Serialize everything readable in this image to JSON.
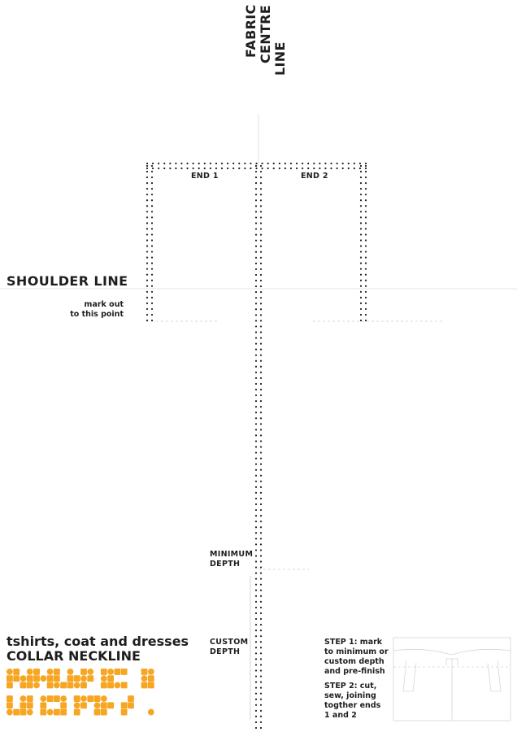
{
  "header": {
    "title_line1": "FABRIC CENTRE",
    "title_line2": "LINE"
  },
  "pattern": {
    "end1_label": "END 1",
    "end2_label": "END 2",
    "shoulder_label": "SHOULDER LINE",
    "markout_line1": "mark out",
    "markout_line2": "to this point",
    "min_depth_line1": "MINIMUM",
    "min_depth_line2": "DEPTH",
    "custom_depth_line1": "CUSTOM",
    "custom_depth_line2": "DEPTH"
  },
  "instructions": {
    "step1_lines": [
      "STEP 1: mark",
      "to minimum or",
      "custom depth",
      "and pre-finish"
    ],
    "step2_lines": [
      "STEP 2: cut,",
      "sew, joining",
      "togther ends",
      "1 and 2"
    ]
  },
  "branding": {
    "tagline_line1": "tshirts, coat and dresses",
    "tagline_line2": "COLLAR NECKLINE",
    "logo_text": "MAKE IT",
    "logo_color": "#f6a623"
  },
  "colors": {
    "text": "#1e1e1e",
    "dots": "#1e1e1e",
    "guide": "#cccccc"
  }
}
